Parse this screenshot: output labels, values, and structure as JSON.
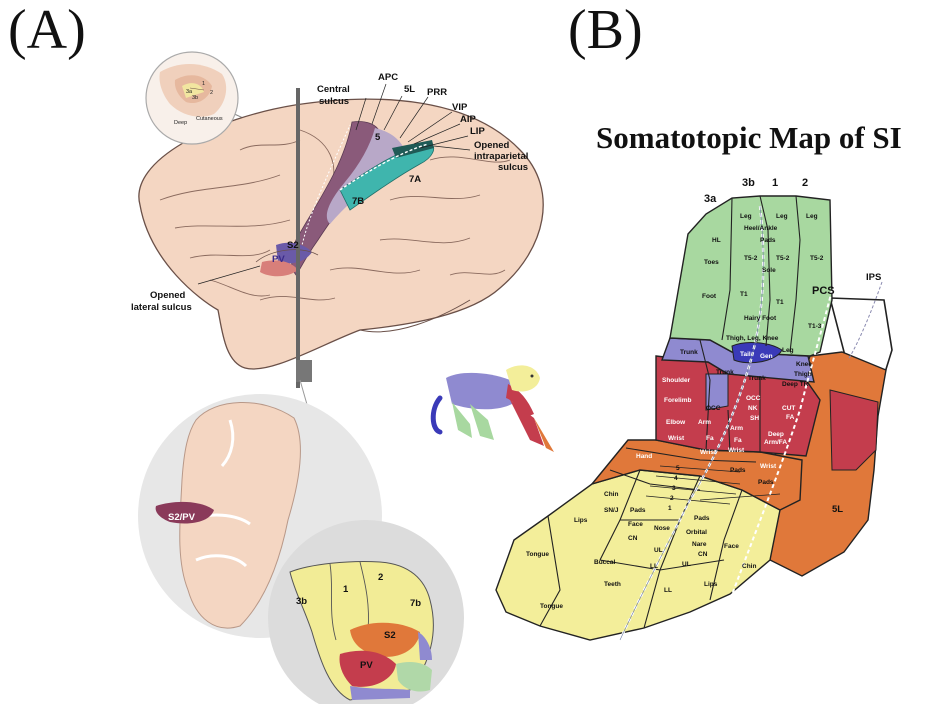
{
  "panels": {
    "a": "(A)",
    "b": "(B)"
  },
  "title": "Somatotopic Map of SI",
  "brain_labels": {
    "central_sulcus": [
      "Central",
      "sulcus"
    ],
    "apc": "APC",
    "five_l": "5L",
    "prr": "PRR",
    "vip": "VIP",
    "aip": "AIP",
    "lip": "LIP",
    "opened_ips": [
      "Opened",
      "intraparietal",
      "sulcus"
    ],
    "five": "5",
    "sevenA": "7A",
    "sevenB": "7B",
    "s2": "S2",
    "pv": "PV",
    "opened_lateral": [
      "Opened",
      "lateral sulcus"
    ],
    "inset_deep": "Deep",
    "inset_cutaneous": "Cutaneous",
    "inset_areas": [
      "3a",
      "3b",
      "1",
      "2"
    ]
  },
  "section_labels": {
    "s2pv": "S2/PV",
    "threeb": "3b",
    "one": "1",
    "two": "2",
    "sevenb": "7b",
    "s2": "S2",
    "pv": "PV"
  },
  "map_labels": {
    "columns": [
      "3a",
      "3b",
      "1",
      "2"
    ],
    "ips": "IPS",
    "pcs": "PCS",
    "five_l": "5L",
    "leg": [
      "Leg",
      "Leg",
      "Leg",
      "Leg"
    ],
    "heel_ankle": "Heel/Ankle",
    "pads": "Pads",
    "hl": "HL",
    "toes": "Toes",
    "t5_2": [
      "T5-2",
      "T5-2",
      "T5-2"
    ],
    "sole": "Sole",
    "foot": "Foot",
    "t1": [
      "T1",
      "T1",
      "T1-3"
    ],
    "hairy_foot": "Hairy Foot",
    "thigh_leg_knee": "Thigh, Leg, Knee",
    "knee_thigh": [
      "Knee",
      "Thigh"
    ],
    "trunk": [
      "Trunk",
      "Trunk",
      "Trunk"
    ],
    "deep_tr": "Deep TR",
    "tail": "Tail",
    "gen": "Gen",
    "shoulder": "Shoulder",
    "forelimb": "Forelimb",
    "elbow": "Elbow",
    "wrist": [
      "Wrist",
      "Wrist",
      "Wrist",
      "Wrist"
    ],
    "occ": [
      "OCC",
      "OCC"
    ],
    "nk": "NK",
    "sh": "SH",
    "cut_fa": [
      "CUT",
      "FA"
    ],
    "arm": [
      "Arm",
      "Arm"
    ],
    "fa": [
      "Fa",
      "Fa"
    ],
    "deep_arm_fa": [
      "Deep",
      "Arm/FA"
    ],
    "hand": "Hand",
    "digits": [
      "5",
      "4",
      "3",
      "2",
      "1"
    ],
    "pads_hand": [
      "Pads",
      "Pads",
      "Pads"
    ],
    "chin": [
      "Chin",
      "Chin"
    ],
    "snj": "SN/J",
    "lips": [
      "Lips",
      "Lips"
    ],
    "face": [
      "Face",
      "Face"
    ],
    "nose": "Nose",
    "cn": [
      "CN",
      "CN"
    ],
    "orbital": "Orbital",
    "nare": "Nare",
    "ul": [
      "UL",
      "UL"
    ],
    "buccal": "Buccal",
    "tongue": [
      "Tongue",
      "Tongue"
    ],
    "teeth": "Teeth",
    "ll": [
      "LL",
      "LL"
    ]
  },
  "colors": {
    "leg_green": "#a8d8a0",
    "trunk_purple": "#8f8ad0",
    "tail_blue": "#3a3ab8",
    "arm_red": "#c43d4d",
    "hand_orange": "#e0783a",
    "face_yellow": "#f3ee9a",
    "brain_skin": "#f4d6c2",
    "section_gray": "#e7e7e7"
  }
}
